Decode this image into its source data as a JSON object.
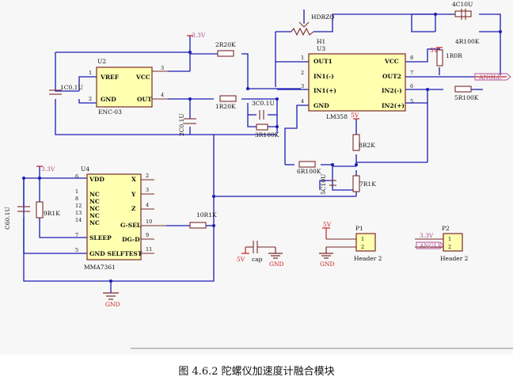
{
  "figure": {
    "caption": "图 4.6.2  陀螺仪加速度计融合模块"
  },
  "labels": {
    "hdbzq": "HDBZQ",
    "h1": "H1",
    "u3": "U3",
    "u2": "U2",
    "u4": "U4",
    "v33_top": "3.3V",
    "v33_u4": "3.3V",
    "v5_r": "5V",
    "v5_lm": "5V",
    "angle_out": "ANGLE",
    "angle_p2": "ANGLE",
    "v33_p2": "3.3V",
    "c4": "4C10U",
    "r4": "4R100K",
    "r1r0r": "1R0R",
    "r2": "2R20K",
    "r1": "1R20K",
    "c3": "3C0.1U",
    "r3": "3R100K",
    "c1": "1C0.1U",
    "c2": "2C0.1U",
    "r5": "5R100K",
    "r8": "8R2K",
    "r6": "6R100K",
    "c5": "5C10U",
    "r7": "7R1K",
    "r9": "9R1K",
    "r10": "10R1K",
    "c6": "C60.1U",
    "enc03": "ENC-03",
    "lm358": "LM358",
    "mma": "MMA7361",
    "vref": "VREF",
    "vcc_u2": "VCC",
    "gnd_u2": "GND",
    "out_u2": "OUT",
    "out1": "OUT1",
    "in1m": "IN1(-)",
    "in1p": "IN1(+)",
    "gnd_u3": "GND",
    "vcc_u3": "VCC",
    "out2": "OUT2",
    "in2m": "IN2(-)",
    "in2p": "IN2(+)",
    "vdd": "VDD",
    "nc": "NC",
    "sleep": "SLEEP",
    "gndself": "GND SELFTEST",
    "x": "X",
    "y": "Y",
    "z": "Z",
    "gsel": "G-SEL",
    "dgd": "DG-D",
    "v5_cap": "5V",
    "cap": "cap",
    "gnd_cap": "GND",
    "v5_p1": "5V",
    "gnd_p1": "GND",
    "p1": "P1",
    "p2": "P2",
    "header2a": "Header 2",
    "header2b": "Header 2",
    "gnd_main": "GND",
    "n1": "1",
    "n2": "2",
    "n3": "3",
    "n4": "4",
    "n5": "5",
    "n6": "6",
    "n7": "7",
    "n8": "8",
    "n9": "9",
    "n10": "10",
    "n11": "11",
    "n12": "12",
    "n13": "13",
    "n14": "14"
  }
}
